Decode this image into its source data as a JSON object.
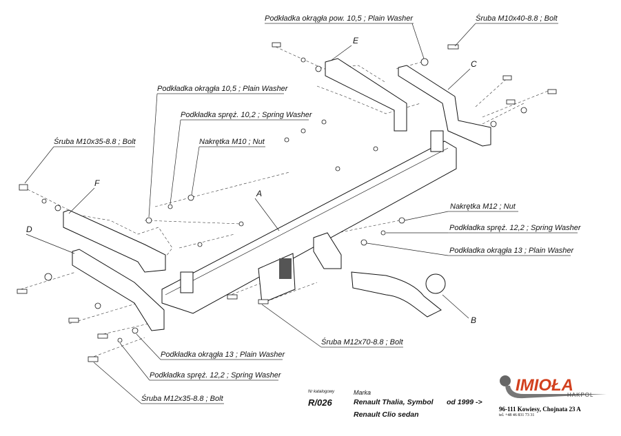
{
  "diagram": {
    "part_letters": {
      "A": "A",
      "B": "B",
      "C": "C",
      "D": "D",
      "E": "E",
      "F": "F"
    },
    "labels": {
      "washer_top": "Podkładka okrągła pow. 10,5 ; Plain Washer",
      "bolt_m10x40": "Śruba M10x40-8.8 ;  Bolt",
      "washer_10_5": "Podkładka okrągła 10,5 ; Plain Washer",
      "spring_10_2": "Podkładka spręż. 10,2 ; Spring Washer",
      "nut_m10": "Nakrętka  M10 ; Nut",
      "bolt_m10x35": "Śruba M10x35-8.8 ;  Bolt",
      "nut_m12": "Nakrętka  M12 ; Nut",
      "spring_12_2_right": "Podkładka spręż. 12,2 ; Spring Washer",
      "washer_13_right": "Podkładka okrągła 13 ; Plain Washer",
      "bolt_m12x70": "Śruba M12x70-8.8 ;  Bolt",
      "washer_13_left": "Podkładka okrągła 13 ; Plain Washer",
      "spring_12_2_left": "Podkładka spręż. 12,2 ; Spring Washer",
      "bolt_m12x35": "Śruba M12x35-8.8 ;  Bolt"
    }
  },
  "info": {
    "catalog_label": "Nr katalogowy",
    "catalog_number": "R/026",
    "brand_label": "Marka",
    "model_1": "Renault Thalia, Symbol",
    "model_2": "Renault Clio sedan",
    "year": "od 1999 ->"
  },
  "company": {
    "logo_text": "IMIOŁA",
    "logo_sub": "HAKPOL",
    "address": "96-111 Kowiesy, Chojnata 23 A",
    "phone": "tel. +48 46 831 73 31",
    "brand_color": "#d2401e"
  }
}
